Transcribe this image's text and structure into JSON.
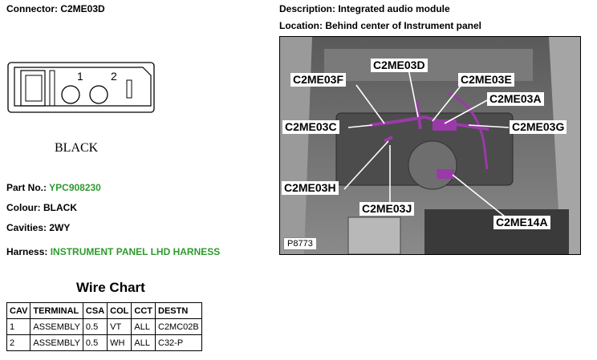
{
  "header": {
    "connector": "Connector: C2ME03D",
    "description": "Description: Integrated audio module",
    "location": "Location: Behind center of Instrument panel"
  },
  "connector_drawing": {
    "pin1": "1",
    "pin2": "2",
    "color_caption": "BLACK"
  },
  "details": {
    "part_no_label": "Part No.:",
    "part_no_value": "YPC908230",
    "colour": "Colour: BLACK",
    "cavities": "Cavities: 2WY",
    "harness_label": "Harness:",
    "harness_value": "INSTRUMENT PANEL LHD HARNESS"
  },
  "wire_chart": {
    "title": "Wire Chart",
    "columns": [
      "CAV",
      "TERMINAL",
      "CSA",
      "COL",
      "CCT",
      "DESTN"
    ],
    "rows": [
      [
        "1",
        "ASSEMBLY",
        "0.5",
        "VT",
        "ALL",
        "C2MC02B"
      ],
      [
        "2",
        "ASSEMBLY",
        "0.5",
        "WH",
        "ALL",
        "C32-P"
      ]
    ]
  },
  "photo": {
    "callouts": {
      "c2me03f": "C2ME03F",
      "c2me03d": "C2ME03D",
      "c2me03e": "C2ME03E",
      "c2me03a": "C2ME03A",
      "c2me03c": "C2ME03C",
      "c2me03g": "C2ME03G",
      "c2me03h": "C2ME03H",
      "c2me03j": "C2ME03J",
      "c2me14a": "C2ME14A"
    },
    "image_code": "P8773",
    "highlight_color": "#9a3aa8"
  }
}
